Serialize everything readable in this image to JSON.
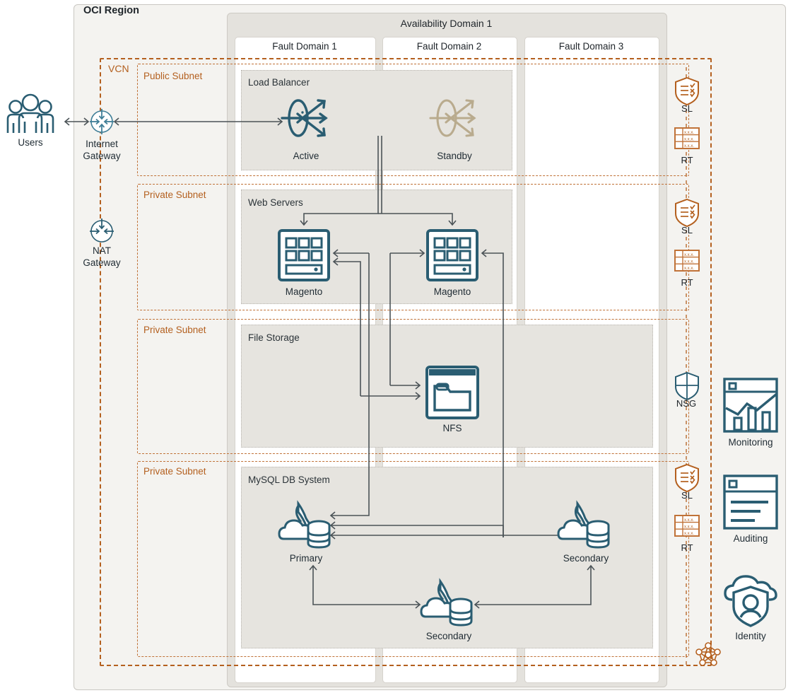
{
  "region": {
    "title": "OCI Region"
  },
  "availability_domain": {
    "title": "Availability Domain 1"
  },
  "fault_domains": [
    {
      "title": "Fault Domain 1"
    },
    {
      "title": "Fault Domain 2"
    },
    {
      "title": "Fault Domain 3"
    }
  ],
  "vcn": {
    "label": "VCN"
  },
  "subnets": [
    {
      "label": "Public Subnet"
    },
    {
      "label": "Private Subnet"
    },
    {
      "label": "Private Subnet"
    },
    {
      "label": "Private Subnet"
    }
  ],
  "tiles": [
    {
      "title": "Load Balancer"
    },
    {
      "title": "Web Servers"
    },
    {
      "title": "File Storage"
    },
    {
      "title": "MySQL DB System"
    }
  ],
  "nodes": {
    "users": "Users",
    "internet_gateway": "Internet\nGateway",
    "internet_gateway_line1": "Internet",
    "internet_gateway_line2": "Gateway",
    "nat_gateway_line1": "NAT",
    "nat_gateway_line2": "Gateway",
    "lb_active": "Active",
    "lb_standby": "Standby",
    "web_fd1": "Magento",
    "web_fd2": "Magento",
    "nfs": "NFS",
    "db_primary": "Primary",
    "db_secondary_fd2": "Secondary",
    "db_secondary_fd3": "Secondary"
  },
  "security_icons": [
    {
      "label": "SL"
    },
    {
      "label": "RT"
    },
    {
      "label": "SL"
    },
    {
      "label": "RT"
    },
    {
      "label": "NSG"
    },
    {
      "label": "SL"
    },
    {
      "label": "RT"
    }
  ],
  "services": [
    {
      "label": "Monitoring"
    },
    {
      "label": "Auditing"
    },
    {
      "label": "Identity"
    }
  ],
  "colors": {
    "teal": "#2a5d72",
    "standby_tan": "#b9ab8e",
    "orange": "#b4601f",
    "subnet_orange": "#c07238",
    "region_bg": "#f4f3f0",
    "ad_bg": "#e4e2dd",
    "tile_bg": "#e6e4df",
    "line": "#4b5357"
  }
}
